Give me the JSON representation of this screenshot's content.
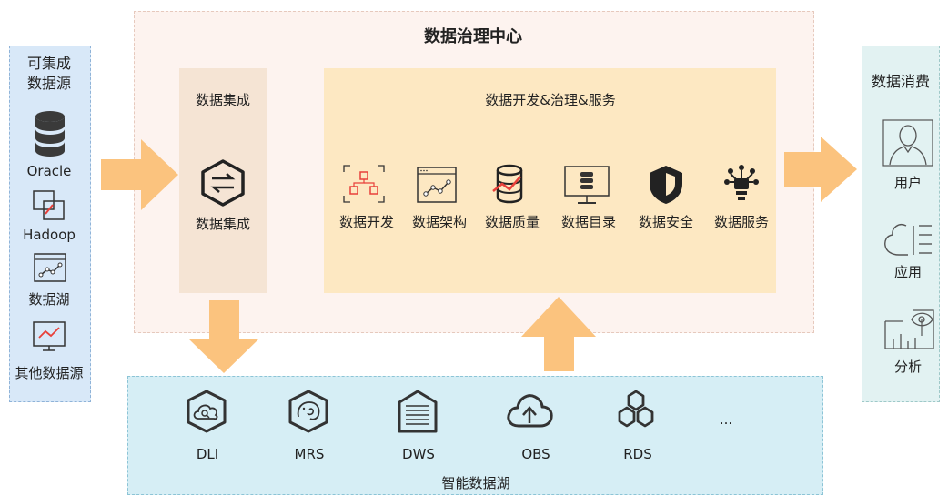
{
  "title": "数据治理中心",
  "sources": {
    "title_line1": "可集成",
    "title_line2": "数据源",
    "items": [
      {
        "label": "Oracle",
        "icon": "database-icon"
      },
      {
        "label": "Hadoop",
        "icon": "hadoop-icon"
      },
      {
        "label": "数据湖",
        "icon": "data-lake-icon"
      },
      {
        "label": "其他数据源",
        "icon": "chart-window-icon"
      }
    ]
  },
  "integration": {
    "title": "数据集成",
    "item_label": "数据集成",
    "icon": "swap-arrows-icon"
  },
  "dev": {
    "title": "数据开发&治理&服务",
    "items": [
      {
        "label": "数据开发",
        "icon": "flow-icon"
      },
      {
        "label": "数据架构",
        "icon": "architecture-icon"
      },
      {
        "label": "数据质量",
        "icon": "quality-icon"
      },
      {
        "label": "数据目录",
        "icon": "catalog-icon"
      },
      {
        "label": "数据安全",
        "icon": "shield-icon"
      },
      {
        "label": "数据服务",
        "icon": "service-icon"
      }
    ]
  },
  "consume": {
    "title": "数据消费",
    "items": [
      {
        "label": "用户",
        "icon": "user-icon"
      },
      {
        "label": "应用",
        "icon": "cloud-app-icon"
      },
      {
        "label": "分析",
        "icon": "analysis-icon"
      }
    ]
  },
  "lake": {
    "title": "智能数据湖",
    "items": [
      {
        "label": "DLI",
        "icon": "dli-icon"
      },
      {
        "label": "MRS",
        "icon": "mrs-icon"
      },
      {
        "label": "DWS",
        "icon": "dws-icon"
      },
      {
        "label": "OBS",
        "icon": "obs-icon"
      },
      {
        "label": "RDS",
        "icon": "rds-icon"
      }
    ],
    "more": "..."
  },
  "colors": {
    "arrow": "#fbc37e",
    "icon": "#333333",
    "accent": "#e8403a"
  }
}
